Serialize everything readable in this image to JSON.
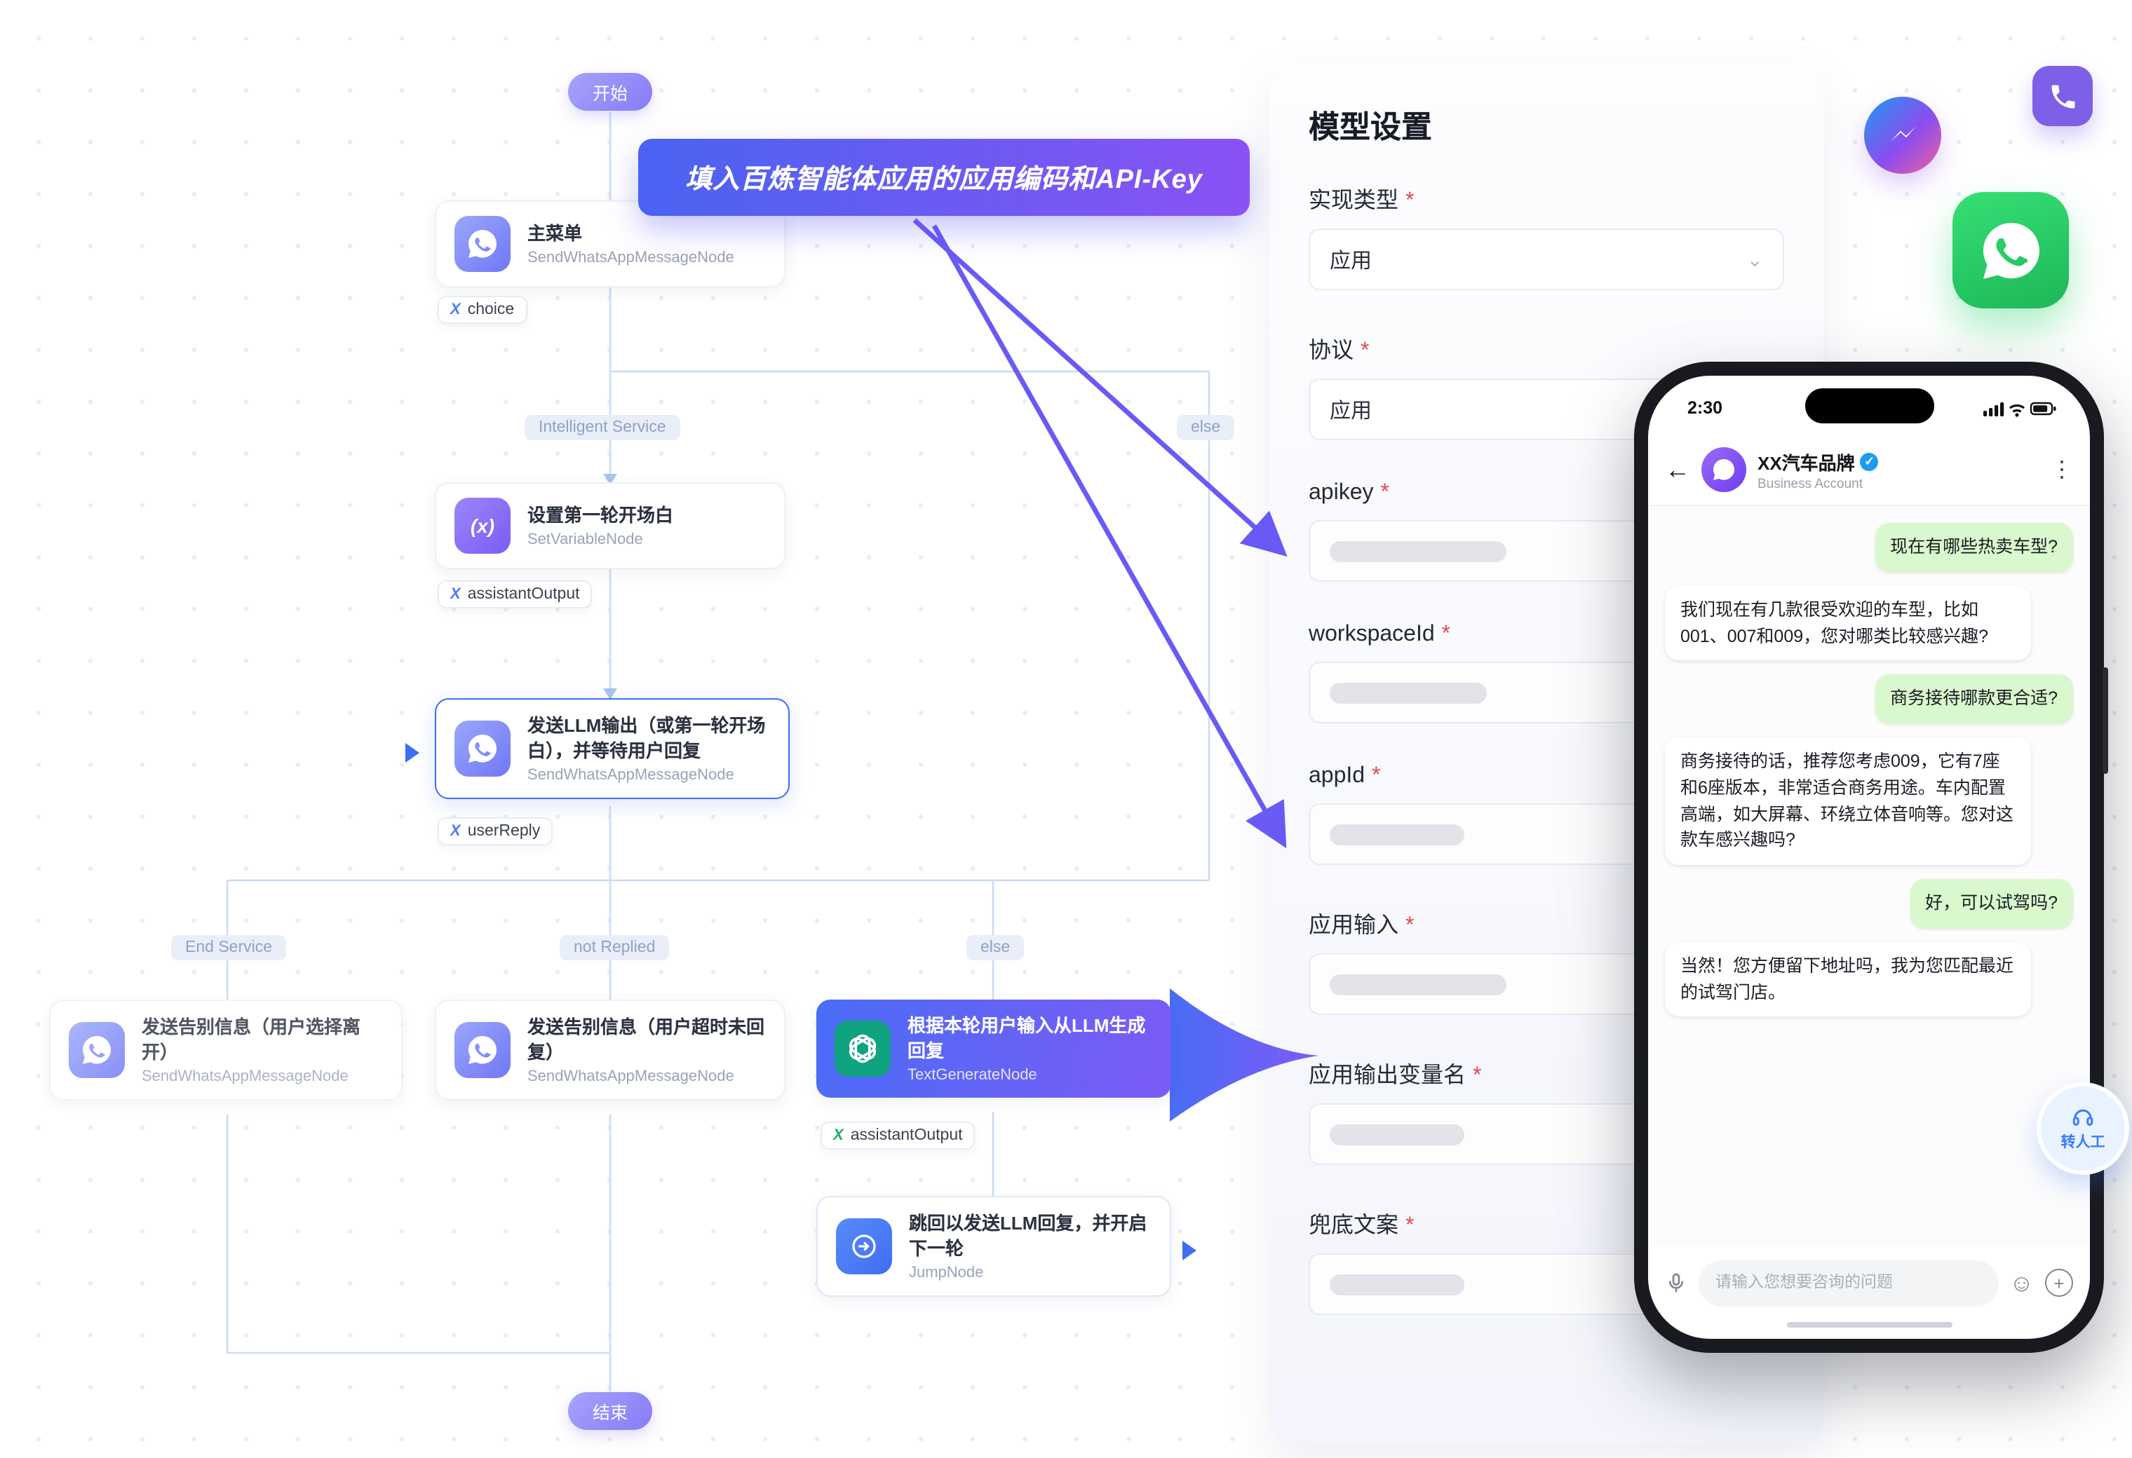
{
  "flow": {
    "start_label": "开始",
    "end_label": "结束",
    "banner_text": "填入百炼智能体应用的应用编码和API-Key",
    "nodes": {
      "main_menu": {
        "title": "主菜单",
        "subtitle": "SendWhatsAppMessageNode"
      },
      "set_opening": {
        "title": "设置第一轮开场白",
        "subtitle": "SetVariableNode"
      },
      "send_llm": {
        "title": "发送LLM输出（或第一轮开场白），并等待用户回复",
        "subtitle": "SendWhatsAppMessageNode"
      },
      "farewell_leave": {
        "title": "发送告别信息（用户选择离开）",
        "subtitle": "SendWhatsAppMessageNode"
      },
      "farewell_timeout": {
        "title": "发送告别信息（用户超时未回复）",
        "subtitle": "SendWhatsAppMessageNode"
      },
      "text_generate": {
        "title": "根据本轮用户输入从LLM生成回复",
        "subtitle": "TextGenerateNode"
      },
      "jump": {
        "title": "跳回以发送LLM回复，并开启下一轮",
        "subtitle": "JumpNode"
      }
    },
    "tags": {
      "choice": "choice",
      "assistant_output_1": "assistantOutput",
      "user_reply": "userReply",
      "assistant_output_2": "assistantOutput"
    },
    "branch_labels": {
      "intelligent_service": "Intelligent Service",
      "else_top": "else",
      "end_service": "End Service",
      "not_replied": "not Replied",
      "else_bottom": "else"
    },
    "var_icon_glyph": "X",
    "setvar_icon_glyph": "(x)"
  },
  "settings": {
    "title": "模型设置",
    "required_marker": "*",
    "fields": [
      {
        "label": "实现类型",
        "type": "select",
        "value": "应用"
      },
      {
        "label": "协议",
        "type": "select",
        "value": "应用"
      },
      {
        "label": "apikey",
        "type": "redacted"
      },
      {
        "label": "workspaceId",
        "type": "redacted"
      },
      {
        "label": "appId",
        "type": "redacted"
      },
      {
        "label": "应用输入",
        "type": "redacted"
      },
      {
        "label": "应用输出变量名",
        "type": "redacted"
      },
      {
        "label": "兜底文案",
        "type": "redacted"
      }
    ]
  },
  "phone": {
    "status_time": "2:30",
    "contact": {
      "name": "XX汽车品牌",
      "subtitle": "Business Account"
    },
    "messages": [
      {
        "side": "right",
        "text": "现在有哪些热卖车型?"
      },
      {
        "side": "left",
        "text": "我们现在有几款很受欢迎的车型，比如001、007和009，您对哪类比较感兴趣?"
      },
      {
        "side": "right",
        "text": "商务接待哪款更合适?"
      },
      {
        "side": "left",
        "text": "商务接待的话，推荐您考虑009，它有7座和6座版本，非常适合商务用途。车内配置高端，如大屏幕、环绕立体音响等。您对这款车感兴趣吗?"
      },
      {
        "side": "right",
        "text": "好，可以试驾吗?"
      },
      {
        "side": "left",
        "text": "当然！您方便留下地址吗，我为您匹配最近的试驾门店。"
      }
    ],
    "input_placeholder": "请输入您想要咨询的问题",
    "transfer_label": "转人工"
  },
  "icons": {
    "chevron_down": "⌄",
    "back": "←",
    "more": "⋮",
    "verified_check": "✓",
    "emoji": "☺",
    "plus": "+"
  },
  "colors": {
    "accent_blue": "#4a6cf6",
    "accent_purple": "#7c5bf6",
    "whatsapp_green": "#25d366",
    "openai_green": "#10a37f",
    "bubble_green": "#d9f8cd",
    "required_red": "#e5484d",
    "selected_border": "#3f6df5"
  }
}
